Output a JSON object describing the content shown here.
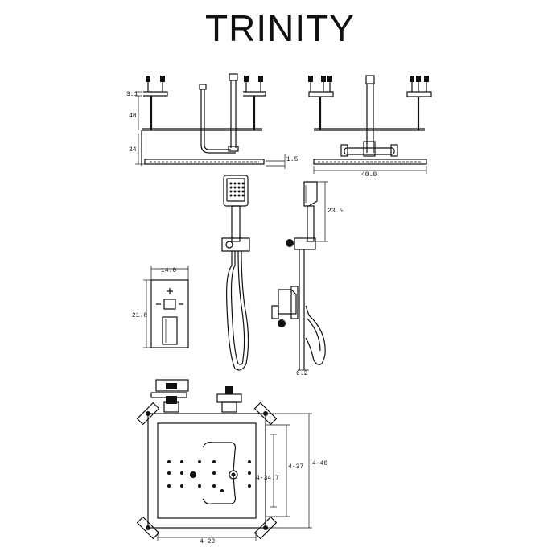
{
  "title": "TRINITY",
  "dimensions": {
    "d_3_1": "3.1",
    "d_48": "48",
    "d_24": "24",
    "d_1_5": "1.5",
    "d_40_0": "40.0",
    "d_23_5": "23.5",
    "d_14_0": "14.0",
    "d_21_0": "21.0",
    "d_6_2": "6.2",
    "d_4_37": "4-37",
    "d_4_40": "4-40",
    "d_4_34_7": "4-34.7",
    "d_4_29": "4-29"
  }
}
